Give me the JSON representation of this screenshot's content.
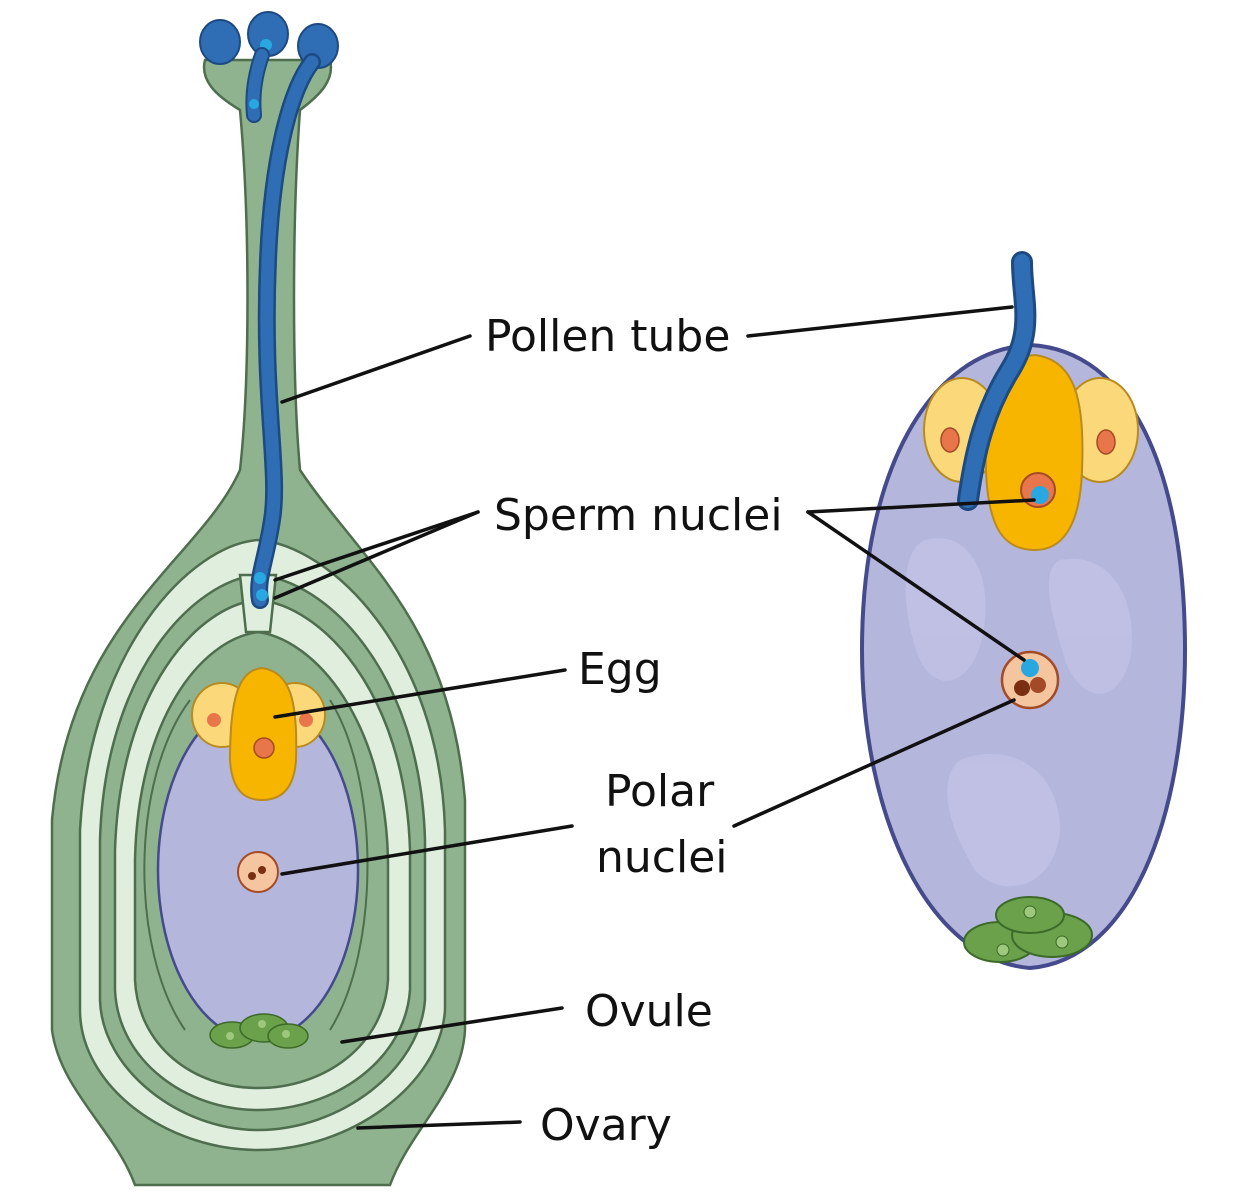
{
  "labels": {
    "pollen_tube": "Pollen tube",
    "sperm_nuclei": "Sperm nuclei",
    "egg": "Egg",
    "polar_nuclei_line1": "Polar",
    "polar_nuclei_line2": "nuclei",
    "ovule": "Ovule",
    "ovary": "Ovary"
  },
  "colors": {
    "carpel_green": "#8fb38f",
    "light_green": "#dfeedd",
    "pollen_blue": "#2f6db5",
    "sperm_cyan": "#29a7e0",
    "egg_orange": "#f7b500",
    "synergid_yellow": "#fbd97a",
    "embryo_sac_lavender": "#b4b6dc",
    "polar_peach": "#f5c5a0",
    "nucleus_orange": "#e8764a",
    "antipodal_green": "#6aa14a",
    "embryo_sac_border": "#444a8c"
  }
}
